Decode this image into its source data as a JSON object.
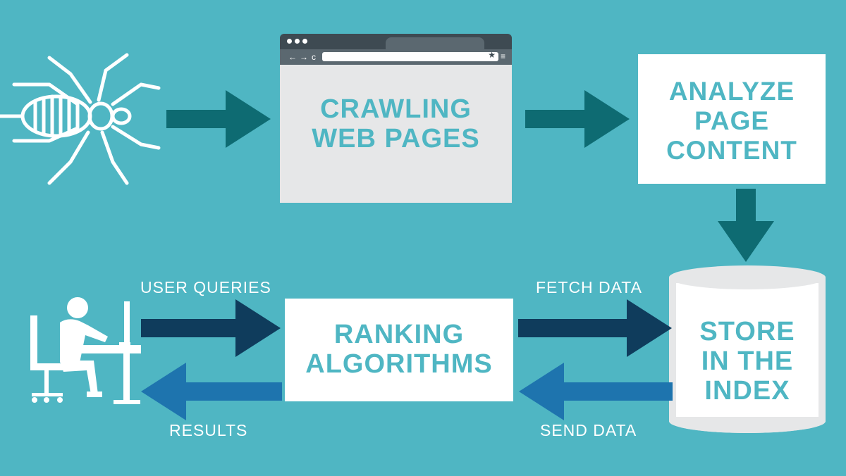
{
  "colors": {
    "background": "#4fb6c3",
    "arrow_teal": "#0e6b72",
    "arrow_navy": "#0f3c5c",
    "arrow_blue": "#1e74ae",
    "box_text": "#4fb6c3",
    "browser_frame": "#3e4a52"
  },
  "icons": {
    "spider": "spider-icon",
    "user_at_computer": "user-at-computer-icon",
    "database": "database-cylinder-icon"
  },
  "browser": {
    "nav_back": "←",
    "nav_forward": "→",
    "nav_reload": "c",
    "star": "★",
    "menu": "≡"
  },
  "nodes": {
    "crawling": [
      "CRAWLING",
      "WEB PAGES"
    ],
    "analyze": [
      "ANALYZE",
      "PAGE",
      "CONTENT"
    ],
    "store": [
      "STORE",
      "IN THE",
      "INDEX"
    ],
    "ranking": [
      "RANKING",
      "ALGORITHMS"
    ]
  },
  "edges": {
    "user_queries": "USER QUERIES",
    "results": "RESULTS",
    "fetch_data": "FETCH DATA",
    "send_data": "SEND DATA"
  }
}
